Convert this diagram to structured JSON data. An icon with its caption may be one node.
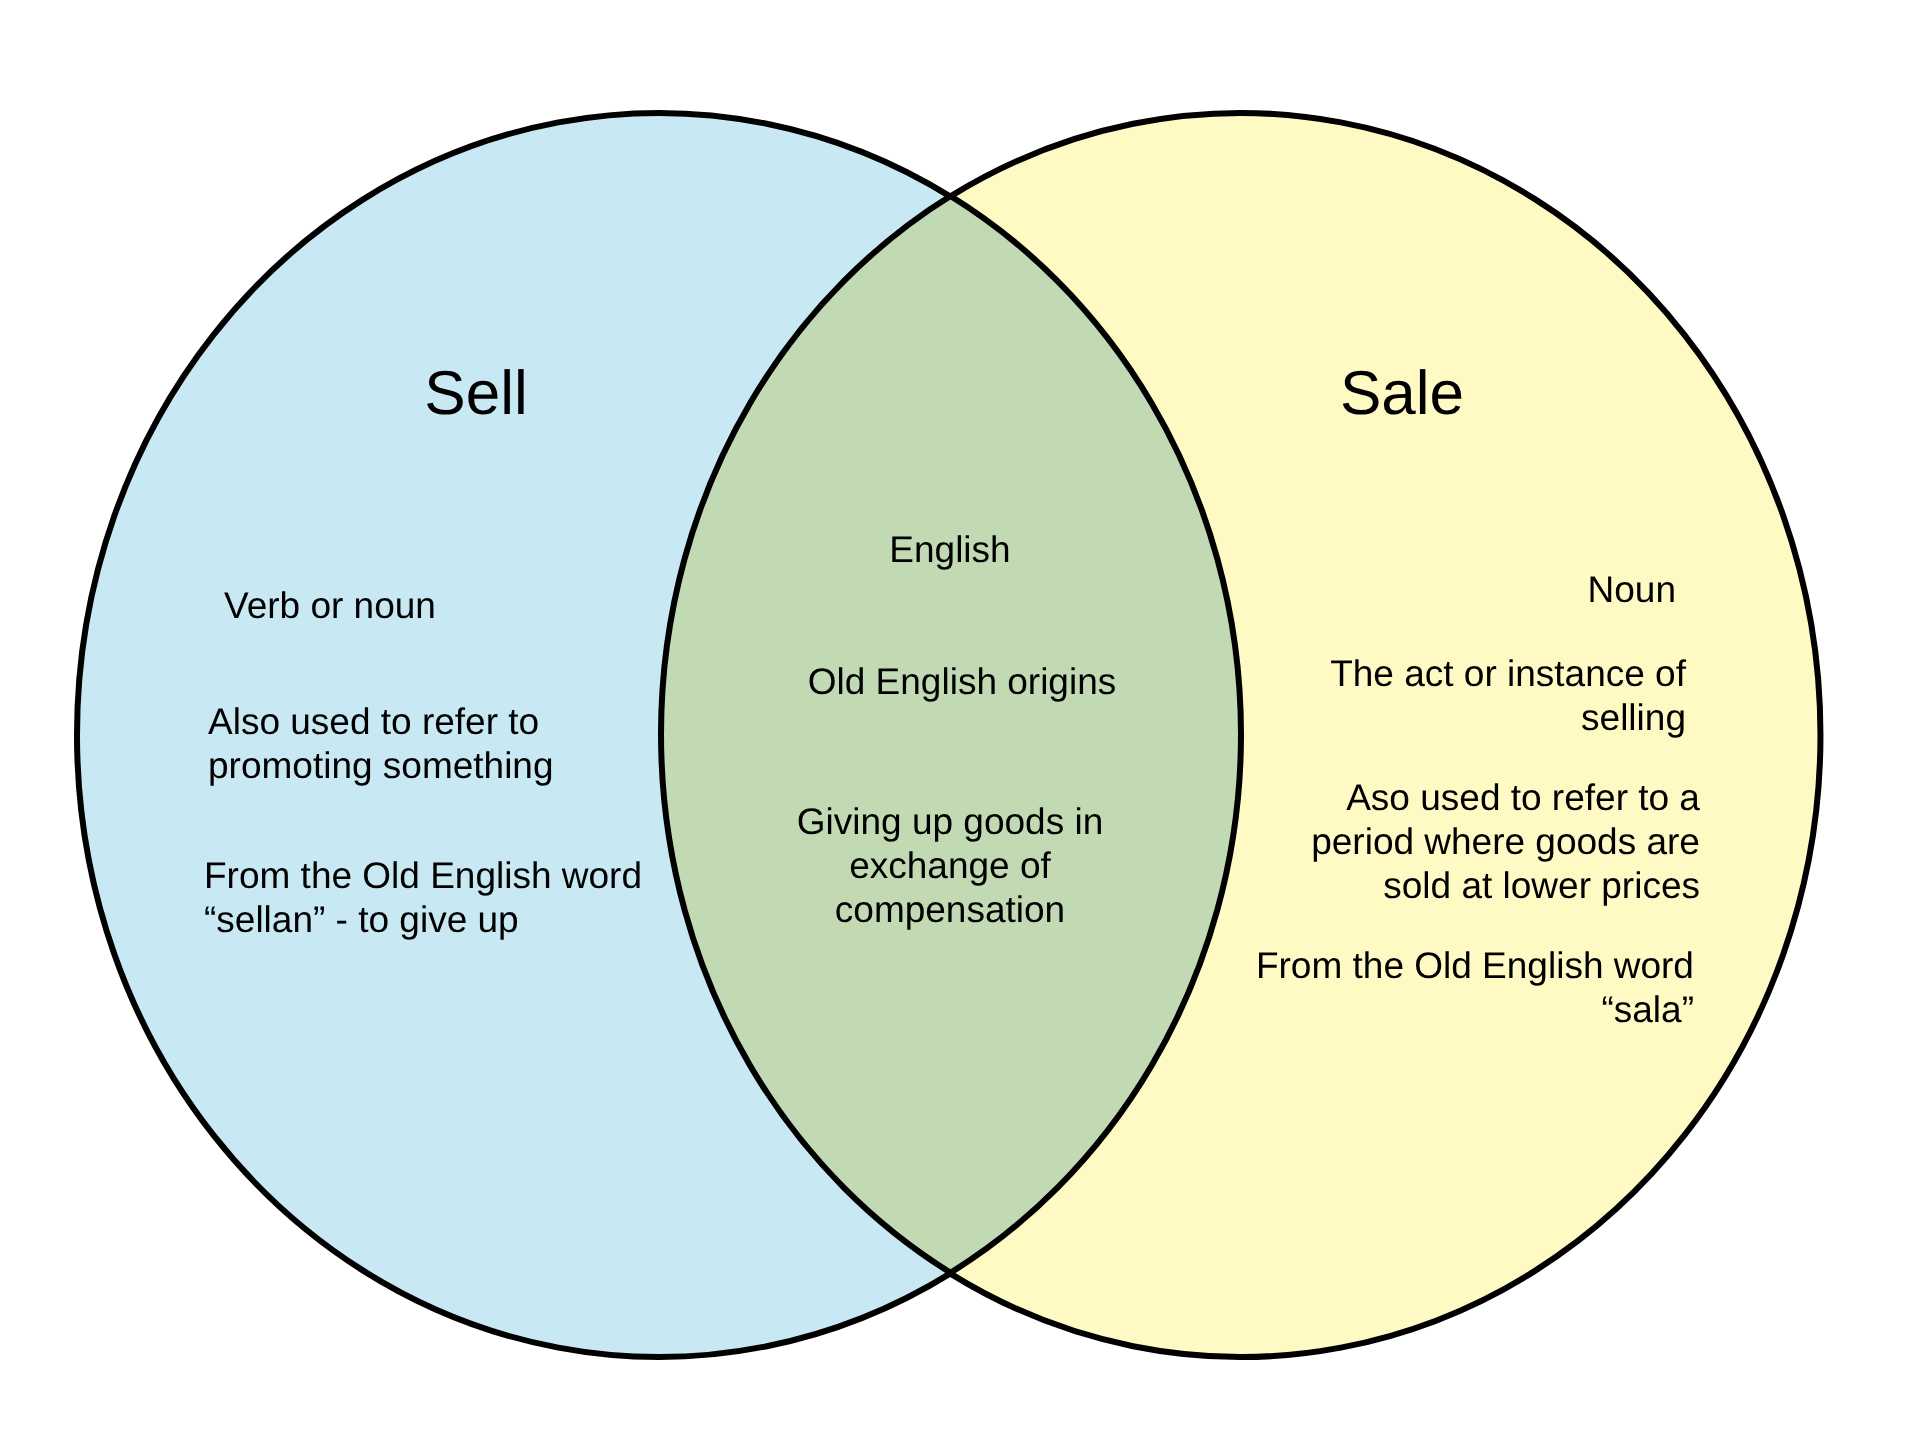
{
  "diagram": {
    "nodes": [
      {
        "text": [
          "Sell",
          "Verb or noun",
          "Also used to refer to promoting something",
          "From the Old English word “sellan” - to give up"
        ]
      },
      {
        "text": [
          "Sale",
          "Noun",
          "The act or instance of selling",
          "Aso used to refer to a period where goods are sold at lower prices",
          "From the Old English word “sala”"
        ]
      },
      {
        "text": [
          "English",
          "Old English origins",
          "Giving up goods in exchange of compensation"
        ]
      }
    ]
  }
}
